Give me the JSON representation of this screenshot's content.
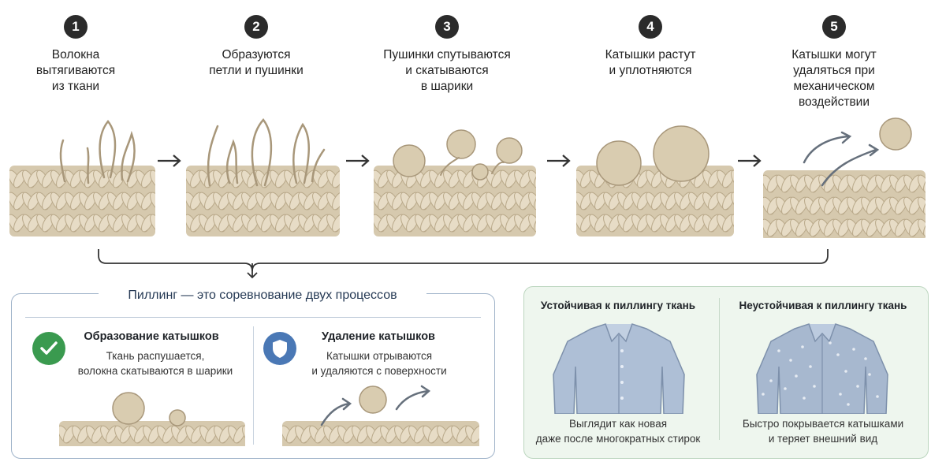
{
  "steps": [
    {
      "number": "1",
      "caption_lines": [
        "Волокна",
        "вытягиваются",
        "из ткани"
      ]
    },
    {
      "number": "2",
      "caption_lines": [
        "Образуются",
        "петли и пушинки",
        ""
      ]
    },
    {
      "number": "3",
      "caption_lines": [
        "Пушинки спутываются",
        "и скатываются",
        "в шарики"
      ]
    },
    {
      "number": "4",
      "caption_lines": [
        "Катышки растут",
        "и уплотняются",
        ""
      ]
    },
    {
      "number": "5",
      "caption_lines": [
        "Катышки могут",
        "удаляться при",
        "механическом",
        "воздействии"
      ]
    }
  ],
  "process_panel": {
    "title": "Пиллинг — это соревнование двух процессов",
    "formation": {
      "title": "Образование катышков",
      "lines": [
        "Ткань распушается,",
        "волокна скатываются в шарики"
      ],
      "icon": "check-icon",
      "color": "#3a9a4f"
    },
    "removal": {
      "title": "Удаление катышков",
      "lines": [
        "Катышки отрываются",
        "и удаляются с поверхности"
      ],
      "icon": "shield-icon",
      "color": "#4a78b5"
    }
  },
  "compare_panel": {
    "resistant": {
      "title": "Устойчивая к пиллингу ткань",
      "lines": [
        "Выглядит как новая",
        "даже после многократных стирок"
      ]
    },
    "nonresistant": {
      "title": "Неустойчивая к пиллингу ткань",
      "lines": [
        "Быстро покрывается катышками",
        "и теряет внешний вид"
      ]
    }
  },
  "colors": {
    "fabric": "#e7dcc6",
    "fabric_dark": "#b9a98a",
    "shirt": "#aebfd6",
    "panel_border": "#9fb3c9",
    "green_bg": "#eef6ee"
  }
}
